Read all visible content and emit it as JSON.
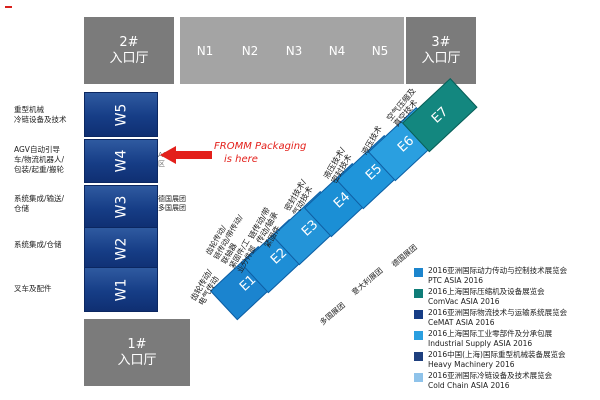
{
  "entrances": {
    "left_top": {
      "line1": "2#",
      "line2": "入口厅"
    },
    "right_top": {
      "line1": "3#",
      "line2": "入口厅"
    },
    "bottom": {
      "line1": "1#",
      "line2": "入口厅"
    }
  },
  "north_halls": [
    "N1",
    "N2",
    "N3",
    "N4",
    "N5"
  ],
  "west_halls": [
    {
      "id": "W5",
      "label": "重型机械\n冷链设备及技术",
      "sub": ""
    },
    {
      "id": "W4",
      "label": "AGV自动引导\n车/物流机器人/\n包装/起重/搬轮",
      "sub": "AGV\n区"
    },
    {
      "id": "W3",
      "label": "系统集成/输送/\n仓储",
      "sub": "德国展团\n多国展团"
    },
    {
      "id": "W2",
      "label": "系统集成/仓储",
      "sub": ""
    },
    {
      "id": "W1",
      "label": "叉车及配件",
      "sub": ""
    }
  ],
  "east_halls": [
    {
      "id": "E1",
      "top_label": "齿轮传动/\n电气传动",
      "color": "#1b84cf"
    },
    {
      "id": "E2",
      "top_label": "齿轮传动/\n链传动/带传动/\n联轴器\n紧固件/工\n业分件部",
      "color": "#1e8ed6"
    },
    {
      "id": "E3",
      "top_label": "链传动/带\n传动/轴承\n紧固件",
      "color": "#2394d8"
    },
    {
      "id": "E4",
      "top_label": "密封技术/\n气动技术",
      "color": "#1b8fd5"
    },
    {
      "id": "E5",
      "top_label": "液压技术/\n密封技术",
      "color": "#1f95da"
    },
    {
      "id": "E6",
      "top_label": "液压技术",
      "color": "#2a9fe0"
    },
    {
      "id": "E7",
      "top_label": "空气压缩及\n真空技术",
      "color": "#13877f"
    }
  ],
  "bottom_labels": [
    "多国展团",
    "意大利展团",
    "德国展团"
  ],
  "callout": {
    "line1": "FROMM  Packaging",
    "line2": "is  here"
  },
  "legend": [
    {
      "cn": "2016亚洲国际动力传动与控制技术展览会",
      "en": "PTC ASIA 2016",
      "color": "#1c85cd"
    },
    {
      "cn": "2016上海国际压缩机及设备展览会",
      "en": "ComVac ASIA 2016",
      "color": "#0f7d78"
    },
    {
      "cn": "2016亚洲国际物流技术与运输系统展览会",
      "en": "CeMAT ASIA 2016",
      "color": "#163d86"
    },
    {
      "cn": "2016上海国际工业零部件及分承包展",
      "en": "Industrial Supply ASIA 2016",
      "color": "#2a9fe0"
    },
    {
      "cn": "2016中国(上海)国际重型机械装备展览会",
      "en": "Heavy Machinery 2016",
      "color": "#1e3f7e"
    },
    {
      "cn": "2016亚洲国际冷链设备及技术展览会",
      "en": "Cold Chain ASIA 2016",
      "color": "#8fc3ea"
    }
  ]
}
